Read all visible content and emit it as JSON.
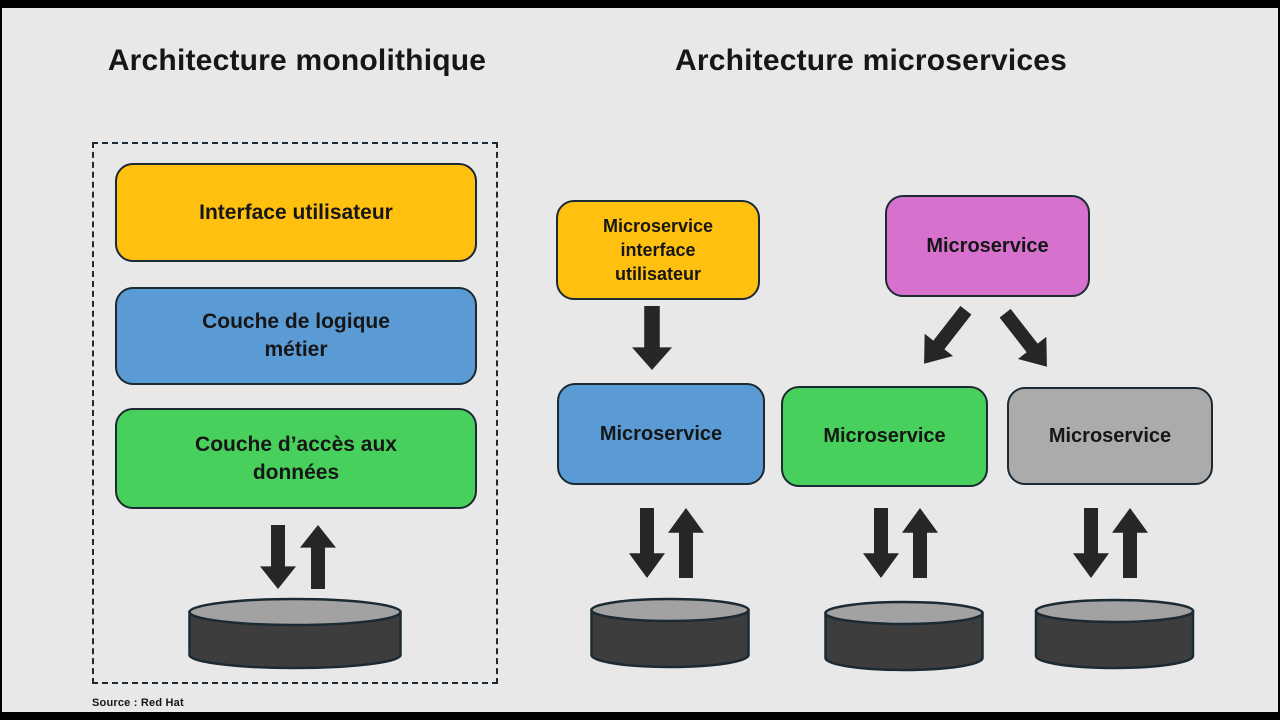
{
  "frame_color": "#000000",
  "canvas_color": "#e8e8e8",
  "source_caption": "Source : Red Hat",
  "colors": {
    "arrow": "#262626",
    "shape_border": "#1b2a33",
    "db_body": "#3d3d3d",
    "db_top": "#a2a2a2"
  },
  "monolith": {
    "title": "Architecture monolithique",
    "layers": [
      {
        "label": "Interface utilisateur",
        "color": "#ffc010"
      },
      {
        "label": "Couche de logique\nmétier",
        "color": "#5b9bd5"
      },
      {
        "label": "Couche d’accès aux\ndonnées",
        "color": "#47d15c"
      }
    ]
  },
  "microservices": {
    "title": "Architecture microservices",
    "ui_node": {
      "label": "Microservice\ninterface\nutilisateur",
      "color": "#ffc010"
    },
    "gateway_node": {
      "label": "Microservice",
      "color": "#d672ce"
    },
    "service_nodes": [
      {
        "label": "Microservice",
        "color": "#5b9bd5"
      },
      {
        "label": "Microservice",
        "color": "#47d15c"
      },
      {
        "label": "Microservice",
        "color": "#ababab"
      }
    ]
  }
}
